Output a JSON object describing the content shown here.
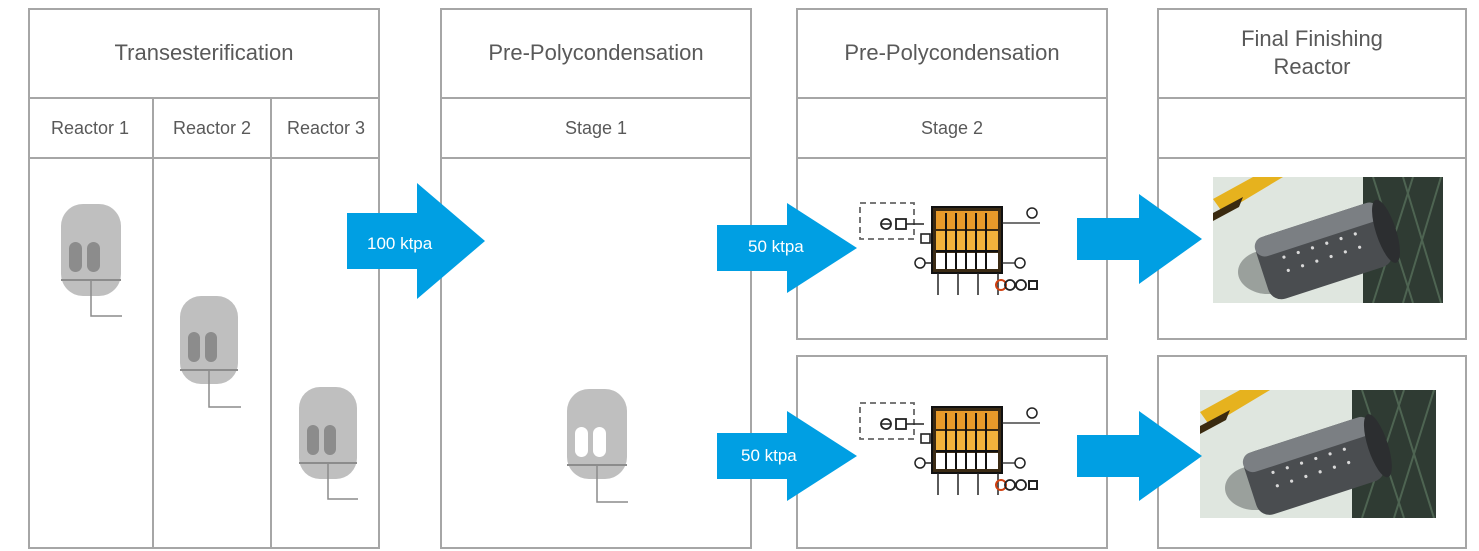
{
  "columns": [
    {
      "title": "Transesterification",
      "subs": [
        "Reactor 1",
        "Reactor 2",
        "Reactor 3"
      ]
    },
    {
      "title": "Pre-Polycondensation",
      "sub": "Stage 1"
    },
    {
      "title": "Pre-Polycondensation",
      "sub": "Stage 2"
    },
    {
      "title": "Final Finishing\nReactor",
      "sub": ""
    }
  ],
  "flows": {
    "main": "100 ktpa",
    "upper": "50 ktpa",
    "lower": "50 ktpa"
  },
  "colors": {
    "border": "#a6a6a6",
    "text": "#595959",
    "arrow": "#009fe3",
    "vessel": "#bfbfbf",
    "vessel_dark": "#8c8c8c"
  },
  "icons": {
    "reactor": "reactor-vessel-icon",
    "schematic": "process-schematic-icon",
    "photo": "finishing-reactor-photo"
  }
}
